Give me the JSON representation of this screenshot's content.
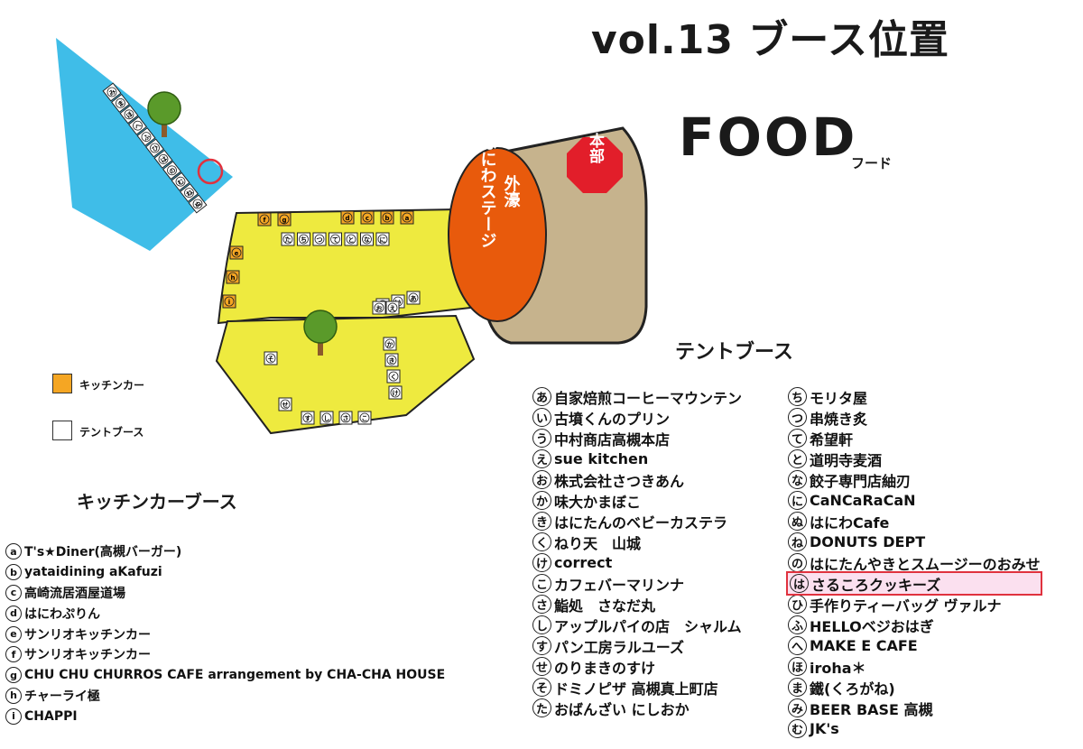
{
  "title": "vol.13 ブース位置",
  "heading": "FOOD",
  "heading_reading": "フード",
  "tent_heading": "テントブース",
  "kitchen_heading": "キッチンカーブース",
  "stage_label": "外濠 はにわステージ",
  "hq_label": "本部",
  "legend": [
    {
      "label": "キッチンカー",
      "color": "#f5a623"
    },
    {
      "label": "テントブース",
      "color": "#ffffff"
    }
  ],
  "colors": {
    "water": "#3fbde8",
    "plaza": "#eeea3f",
    "stage": "#e85a0c",
    "hq_area": "#c6b38d",
    "hq_badge": "#e21e2a",
    "kitchen": "#f5a623",
    "highlight": "#e0323e"
  },
  "kitchen_list": [
    {
      "mark": "a",
      "name": "T's★Diner(高槻バーガー)"
    },
    {
      "mark": "b",
      "name": "yataidining aKafuzi"
    },
    {
      "mark": "c",
      "name": "高崎流居酒屋道場"
    },
    {
      "mark": "d",
      "name": "はにわぷりん"
    },
    {
      "mark": "e",
      "name": "サンリオキッチンカー"
    },
    {
      "mark": "f",
      "name": "サンリオキッチンカー"
    },
    {
      "mark": "g",
      "name": "CHU CHU CHURROS CAFE arrangement by CHA-CHA HOUSE"
    },
    {
      "mark": "h",
      "name": "チャーライ極"
    },
    {
      "mark": "i",
      "name": "CHAPPI"
    }
  ],
  "tent_list_1": [
    {
      "mark": "あ",
      "name": "自家焙煎コーヒーマウンテン"
    },
    {
      "mark": "い",
      "name": "古墳くんのプリン"
    },
    {
      "mark": "う",
      "name": "中村商店高槻本店"
    },
    {
      "mark": "え",
      "name": "sue kitchen"
    },
    {
      "mark": "お",
      "name": "株式会社さつきあん"
    },
    {
      "mark": "か",
      "name": "味大かまぼこ"
    },
    {
      "mark": "き",
      "name": "はにたんのベビーカステラ"
    },
    {
      "mark": "く",
      "name": "ねり天　山城"
    },
    {
      "mark": "け",
      "name": "correct"
    },
    {
      "mark": "こ",
      "name": "カフェバーマリンナ"
    },
    {
      "mark": "さ",
      "name": "鮨処　さなだ丸"
    },
    {
      "mark": "し",
      "name": "アップルパイの店　シャルム"
    },
    {
      "mark": "す",
      "name": "パン工房ラルユーズ"
    },
    {
      "mark": "せ",
      "name": "のりまきのすけ"
    },
    {
      "mark": "そ",
      "name": "ドミノピザ 高槻真上町店"
    },
    {
      "mark": "た",
      "name": "おばんざい にしおか"
    }
  ],
  "tent_list_2": [
    {
      "mark": "ち",
      "name": "モリタ屋"
    },
    {
      "mark": "つ",
      "name": "串焼き炙"
    },
    {
      "mark": "て",
      "name": "希望軒"
    },
    {
      "mark": "と",
      "name": "道明寺麦酒"
    },
    {
      "mark": "な",
      "name": "餃子専門店紬刃"
    },
    {
      "mark": "に",
      "name": "CaNCaRaCaN"
    },
    {
      "mark": "ぬ",
      "name": "はにわCafe"
    },
    {
      "mark": "ね",
      "name": "DONUTS DEPT"
    },
    {
      "mark": "の",
      "name": "はにたんやきとスムージーのおみせ"
    },
    {
      "mark": "は",
      "name": "さるころクッキーズ",
      "highlight": true
    },
    {
      "mark": "ひ",
      "name": "手作りティーバッグ ヴァルナ"
    },
    {
      "mark": "ふ",
      "name": "HELLOベジおはぎ"
    },
    {
      "mark": "へ",
      "name": "MAKE E CAFE"
    },
    {
      "mark": "ほ",
      "name": "iroha＊"
    },
    {
      "mark": "ま",
      "name": "鐵(くろがね)"
    },
    {
      "mark": "み",
      "name": "BEER BASE 高槻"
    },
    {
      "mark": "む",
      "name": "JK's"
    }
  ],
  "map_booths": {
    "water": [
      "み",
      "ま",
      "ほ",
      "へ",
      "ふ",
      "ひ",
      "は",
      "の",
      "む",
      "ね",
      "ぬ"
    ],
    "kitchen_top": [
      "f",
      "g",
      "d",
      "c",
      "b",
      "a"
    ],
    "kitchen_left": [
      "e",
      "h",
      "i"
    ],
    "tent_row": [
      "た",
      "ち",
      "つ",
      "て",
      "と",
      "な",
      "に"
    ],
    "tent_cluster_top": [
      "う",
      "い",
      "あ"
    ],
    "tent_cluster_bottom": [
      "お",
      "え"
    ],
    "tent_lower_col": [
      "か",
      "き",
      "く",
      "け"
    ],
    "tent_lower_row": [
      "す",
      "し",
      "さ",
      "こ"
    ],
    "tent_single_1": [
      "そ"
    ],
    "tent_single_2": [
      "せ"
    ]
  }
}
